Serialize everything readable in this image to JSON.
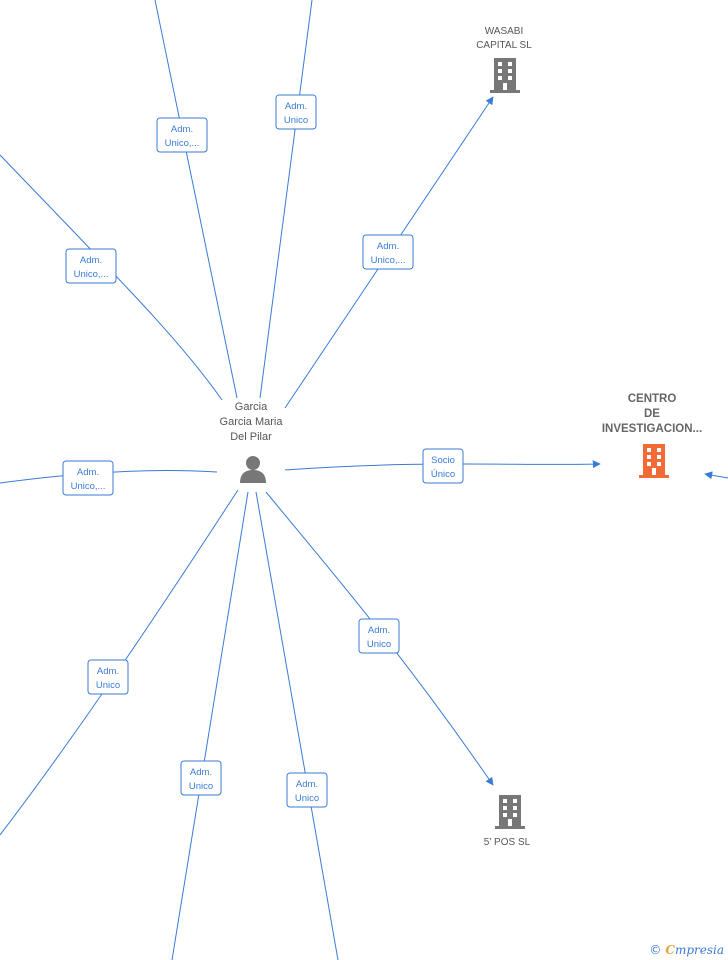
{
  "center_person": {
    "name_lines": [
      "Garcia",
      "Garcia Maria",
      "Del Pilar"
    ],
    "icon": "person-icon"
  },
  "companies": [
    {
      "id": "wasabi",
      "name_lines": [
        "WASABI",
        "CAPITAL  SL"
      ],
      "icon": "building-icon",
      "color": "#777777"
    },
    {
      "id": "centro",
      "name_lines": [
        "CENTRO",
        "DE",
        "INVESTIGACION..."
      ],
      "icon": "building-icon",
      "color": "#f26a35"
    },
    {
      "id": "5pos",
      "name_lines": [
        "5' POS  SL"
      ],
      "icon": "building-icon",
      "color": "#777777"
    }
  ],
  "edge_labels": [
    [
      "Adm.",
      "Unico,..."
    ],
    [
      "Adm.",
      "Unico"
    ],
    [
      "Adm.",
      "Unico,..."
    ],
    [
      "Adm.",
      "Unico,..."
    ],
    [
      "Socio",
      "Único"
    ],
    [
      "Adm.",
      "Unico,..."
    ],
    [
      "Adm.",
      "Unico"
    ],
    [
      "Adm.",
      "Unico"
    ],
    [
      "Adm.",
      "Unico"
    ],
    [
      "Adm.",
      "Unico"
    ]
  ],
  "footer": {
    "copyright": "©",
    "brand_initial": "C",
    "brand_rest": "mpresia"
  },
  "colors": {
    "edge": "#3a7bd5",
    "focus_company": "#f26a35",
    "company": "#777777",
    "person": "#777777"
  }
}
